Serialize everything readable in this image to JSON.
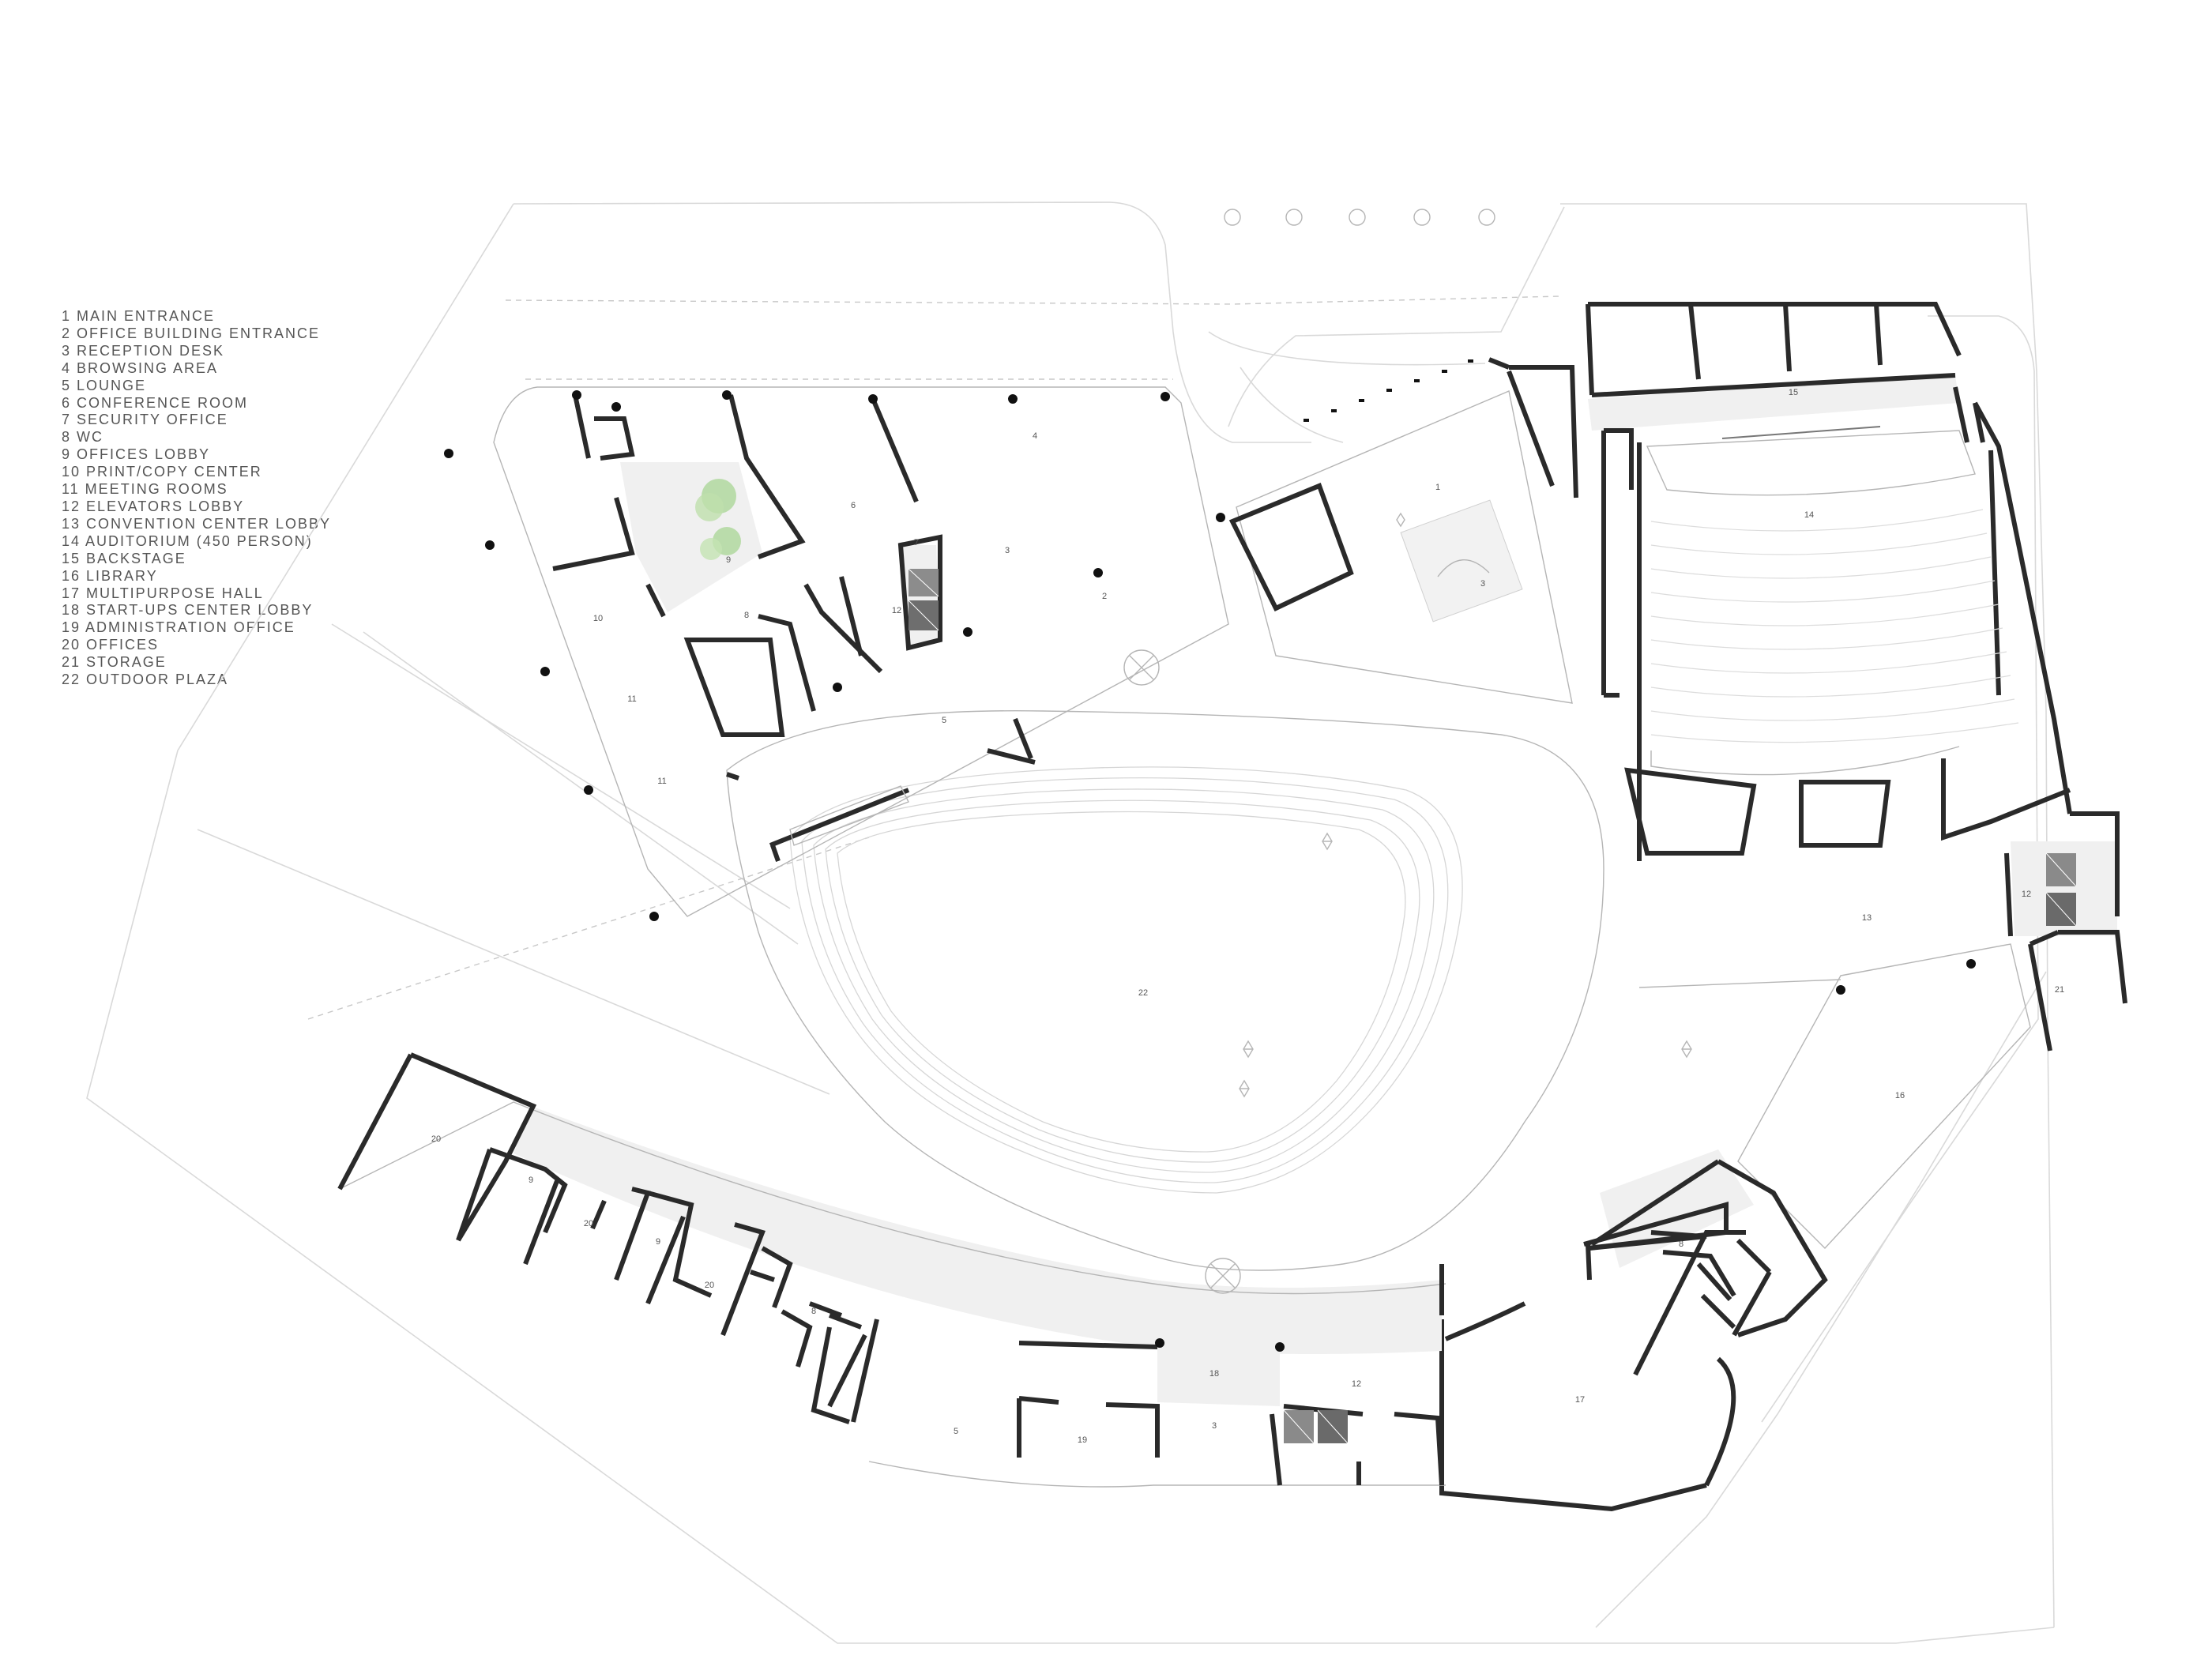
{
  "legend": [
    "1    MAIN ENTRANCE",
    "2    OFFICE BUILDING ENTRANCE",
    "3    RECEPTION DESK",
    "4    BROWSING AREA",
    "5    LOUNGE",
    "6    CONFERENCE ROOM",
    "7    SECURITY OFFICE",
    "8    WC",
    "9    OFFICES LOBBY",
    "10 PRINT/COPY CENTER",
    "11 MEETING ROOMS",
    "12 ELEVATORS LOBBY",
    "13 CONVENTION CENTER LOBBY",
    "14 AUDITORIUM (450 PERSON)",
    "15 BACKSTAGE",
    "16 LIBRARY",
    "17 MULTIPURPOSE HALL",
    "18 START-UPS CENTER LOBBY",
    "19 ADMINISTRATION OFFICE",
    "20 OFFICES",
    "21 STORAGE",
    "22 OUTDOOR PLAZA"
  ],
  "room_labels": {
    "r1": "1",
    "r2": "2",
    "r3a": "3",
    "r3b": "3",
    "r3c": "3",
    "r4": "4",
    "r5a": "5",
    "r5b": "5",
    "r6": "6",
    "r7": "7",
    "r8a": "8",
    "r8b": "8",
    "r8c": "8",
    "r9a": "9",
    "r9b": "9",
    "r9c": "9",
    "r10": "10",
    "r11a": "11",
    "r11b": "11",
    "r12a": "12",
    "r12b": "12",
    "r12c": "12",
    "r13": "13",
    "r14": "14",
    "r15": "15",
    "r16": "16",
    "r17": "17",
    "r18": "18",
    "r19": "19",
    "r20a": "20",
    "r20b": "20",
    "r20c": "20",
    "r21": "21",
    "r22": "22"
  },
  "colors": {
    "walls": "#2a2a2a",
    "columns": "#111111",
    "circulation": "#f0f0f0",
    "linework": "#b5b5b5",
    "text": "#555555",
    "planting": "#9fd08a"
  }
}
